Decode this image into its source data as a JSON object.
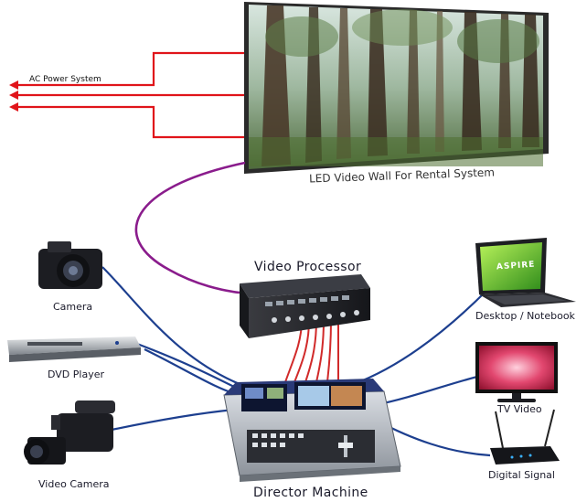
{
  "diagram": {
    "power_label": "AC Power System",
    "wall_label": "LED Video Wall For Rental System",
    "processor_label": "Video Processor",
    "director_label": "Director Machine",
    "devices": {
      "camera": "Camera",
      "dvd_player": "DVD Player",
      "video_camera": "Video Camera",
      "desktop": "Desktop / Notebook",
      "tv": "TV Video",
      "digital": "Digital Signal"
    },
    "laptop_screen_text": "ASPIRE"
  },
  "colors": {
    "power_cable": "#e0141a",
    "wall_cable": "#8a1c8c",
    "device_cable": "#1d3f8f",
    "sdi_cable": "#d12a2a",
    "equipment_dark": "#1c1d22"
  }
}
